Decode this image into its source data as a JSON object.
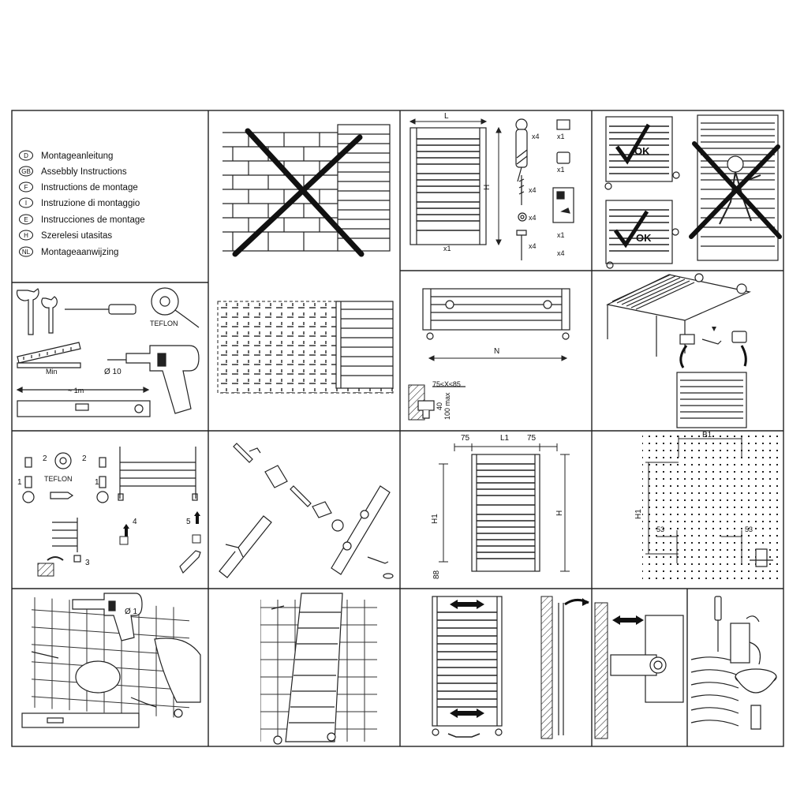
{
  "languages": [
    {
      "code": "D",
      "text": "Montageanleitung"
    },
    {
      "code": "GB",
      "text": "Assebbly Instructions"
    },
    {
      "code": "F",
      "text": "Instructions de montage"
    },
    {
      "code": "I",
      "text": "Instruzione di montaggio"
    },
    {
      "code": "E",
      "text": "Instrucciones de montage"
    },
    {
      "code": "H",
      "text": "Szerelesi utasitas"
    },
    {
      "code": "NL",
      "text": "Montageaanwijzing"
    }
  ],
  "parts": {
    "dim_l": "L",
    "dim_h": "H",
    "qty_radiator": "x1",
    "qty_x4_a": "x4",
    "qty_x4_b": "x4",
    "qty_x4_c": "x4",
    "qty_x4_d": "x4",
    "qty_x1_a": "x1",
    "qty_x1_b": "x1",
    "qty_x1_c": "x1",
    "qty_x4_e": "x4"
  },
  "approval": {
    "ok_top": "OK",
    "ok_bottom": "OK"
  },
  "tools": {
    "teflon": "TEFLON",
    "min": "Min",
    "drill": "Ø 10",
    "level": "~ 1m"
  },
  "spacing": {
    "n": "N",
    "valve": "75≤X≤85",
    "small_a": "40",
    "small_b": "100 max"
  },
  "connect": {
    "teflon": "TEFLON",
    "n1": "1",
    "n2": "2",
    "n2b": "2",
    "n1b": "1",
    "n3": "3",
    "n4": "4",
    "n5": "5"
  },
  "dims": {
    "a": "75",
    "l1": "L1",
    "b": "75",
    "h1": "H1",
    "h": "H",
    "bottom": "88"
  },
  "grid": {
    "b1": "B1",
    "h1": "H1",
    "s53a": "53",
    "s53b": "53"
  },
  "drilling": {
    "drill": "Ø 1"
  }
}
